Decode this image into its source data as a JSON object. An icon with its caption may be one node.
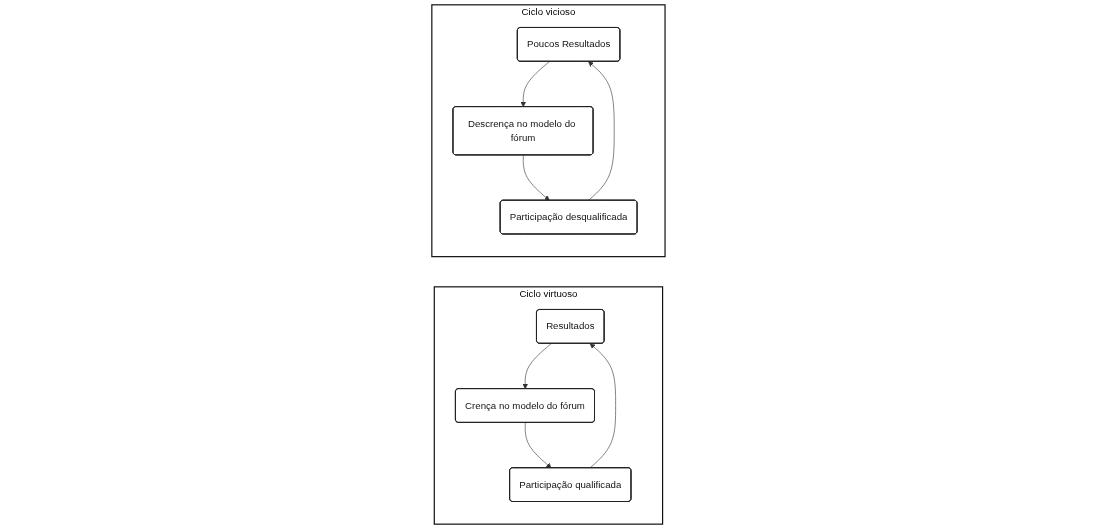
{
  "diagram": {
    "nodes": [
      {
        "text": [
          "Ciclo virtuoso"
        ]
      },
      {
        "text": [
          "Resultados"
        ],
        "in": 0
      },
      {
        "text": [
          "Crença no modelo do fórum"
        ],
        "in": 0
      },
      {
        "text": [
          "Participação qualificada"
        ],
        "in": 0
      },
      {
        "text": [
          "Ciclo vicioso"
        ]
      },
      {
        "text": [
          "Poucos Resultados"
        ],
        "in": 4
      },
      {
        "text": [
          "Descrença no modelo do fórum"
        ],
        "in": 4
      },
      {
        "text": [
          "Participação desqualificada"
        ],
        "in": 4
      }
    ],
    "edges": [
      {
        "from": 1,
        "to": 2,
        "arrow": "to"
      },
      {
        "from": 2,
        "to": 3,
        "arrow": "to"
      },
      {
        "from": 3,
        "to": 1,
        "arrow": "to"
      },
      {
        "from": 5,
        "to": 6,
        "arrow": "to"
      },
      {
        "from": 6,
        "to": 7,
        "arrow": "to"
      },
      {
        "from": 7,
        "to": 5,
        "arrow": "to"
      }
    ]
  }
}
